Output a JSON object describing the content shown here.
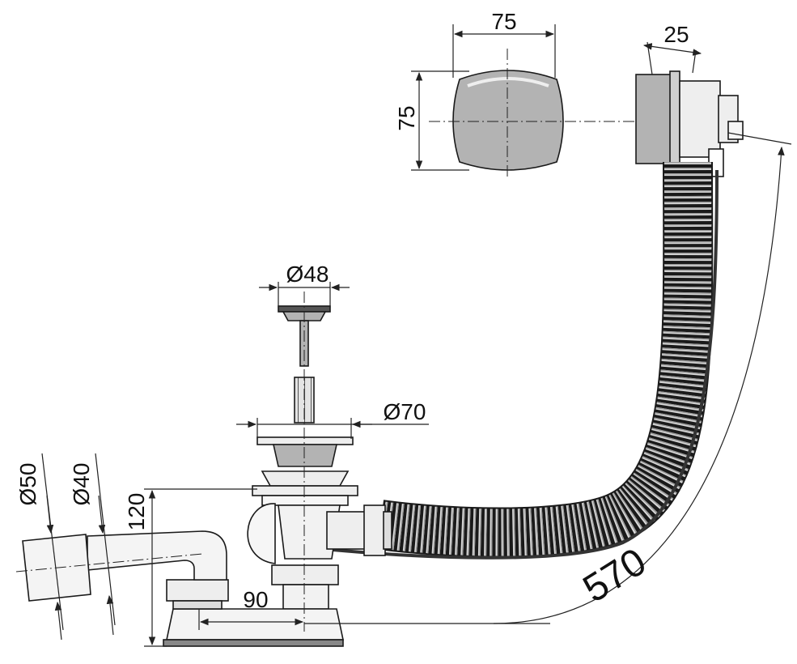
{
  "dimensions": {
    "overflow_head_width": "75",
    "overflow_head_height": "75",
    "overflow_depth": "25",
    "plug_diameter": "Ø48",
    "waste_diameter": "Ø70",
    "outlet_diameter_outer": "Ø50",
    "outlet_diameter_inner": "Ø40",
    "trap_height": "120",
    "outlet_offset": "90",
    "hose_length": "570"
  },
  "colors": {
    "line": "#1a1a1a",
    "metal_fill": "#b3b3b3",
    "metal_light": "#e6e6e6",
    "plastic_fill": "#f2f2f2",
    "hose_fill": "#d9d9d9"
  }
}
